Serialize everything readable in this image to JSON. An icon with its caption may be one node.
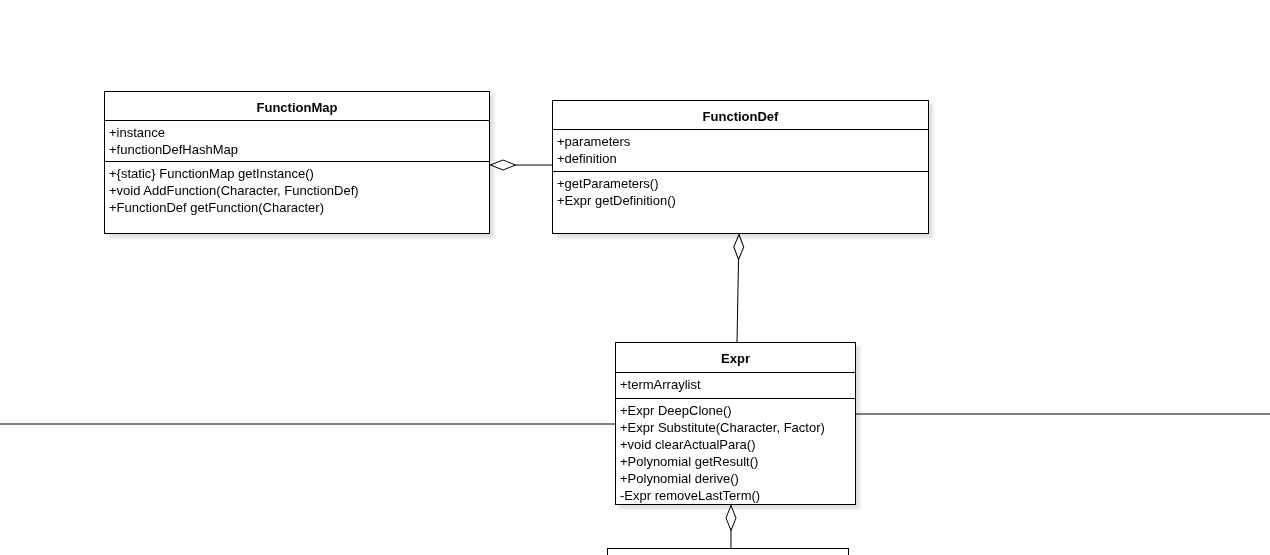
{
  "diagram": {
    "nodes": [
      {
        "text": [
          "FunctionMap",
          "+instance",
          "+functionDefHashMap",
          "+{static} FunctionMap getInstance()",
          "+void AddFunction(Character, FunctionDef)",
          "+FunctionDef getFunction(Character)"
        ]
      },
      {
        "text": [
          "FunctionDef",
          "+parameters",
          "+definition",
          "+getParameters()",
          "+Expr getDefinition()"
        ]
      },
      {
        "text": [
          "Expr",
          "+termArraylist",
          "+Expr DeepClone()",
          "+Expr Substitute(Character, Factor)",
          "+void clearActualPara()",
          "+Polynomial getResult()",
          "+Polynomial derive()",
          "-Expr removeLastTerm()"
        ]
      },
      {
        "text": [],
        "shape": "box"
      }
    ],
    "edges": [
      {
        "from": 0,
        "to": 1,
        "arrow": "other"
      },
      {
        "from": 1,
        "to": 2,
        "arrow": "other"
      },
      {
        "from": 2,
        "to": 3,
        "arrow": "other"
      },
      {
        "from": null,
        "to": 2,
        "arrow": "none"
      },
      {
        "from": 2,
        "to": null,
        "arrow": "none"
      }
    ]
  }
}
